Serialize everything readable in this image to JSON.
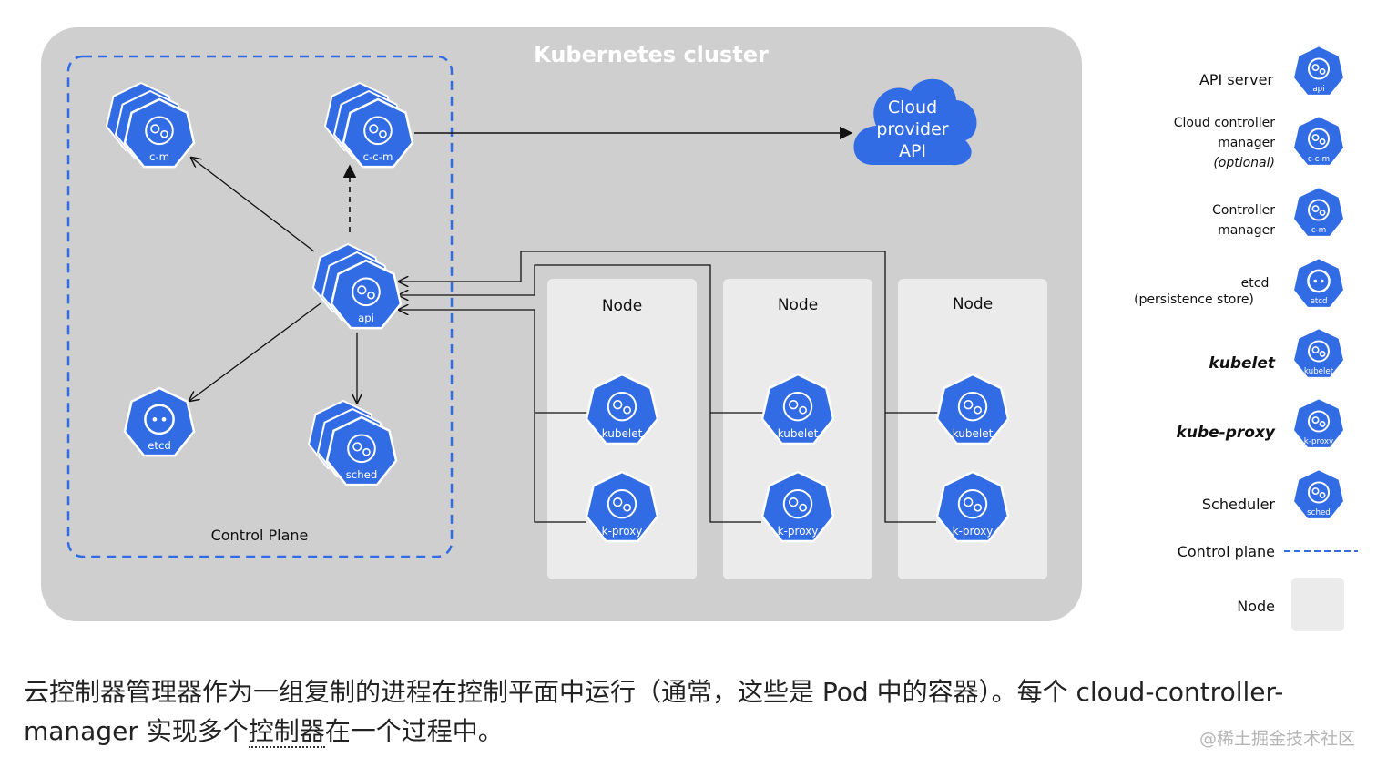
{
  "diagram": {
    "cluster_title": "Kubernetes cluster",
    "control_plane_label": "Control Plane",
    "cloud_api": [
      "Cloud",
      "provider",
      "API"
    ],
    "node_label": "Node",
    "icons": {
      "ccm": "c-m",
      "cloud_cm": "c-c-m",
      "api": "api",
      "etcd": "etcd",
      "sched": "sched",
      "kubelet": "kubelet",
      "kproxy": "k-proxy"
    }
  },
  "legend": {
    "api_server": "API server",
    "cloud_cm_line1": "Cloud controller",
    "cloud_cm_line2": "manager",
    "cloud_cm_line3": "(optional)",
    "controller_line1": "Controller",
    "controller_line2": "manager",
    "etcd_line1": "etcd",
    "etcd_line2": "(persistence store)",
    "kubelet": "kubelet",
    "kube_proxy": "kube-proxy",
    "scheduler": "Scheduler",
    "control_plane": "Control plane",
    "node": "Node"
  },
  "caption": {
    "part1": "云控制器管理器作为一组复制的进程在控制平面中运行（通常，这些是 Pod 中的容器）。每个 cloud-controller-manager 实现多个",
    "highlight": "控制器",
    "part2": "在一个过程中。"
  },
  "watermark": "@稀土掘金技术社区",
  "colors": {
    "icon_blue": "#326ce5",
    "cluster_bg": "#cfcfcf",
    "node_bg": "#ebebeb",
    "dashed_border": "#326ce5"
  }
}
